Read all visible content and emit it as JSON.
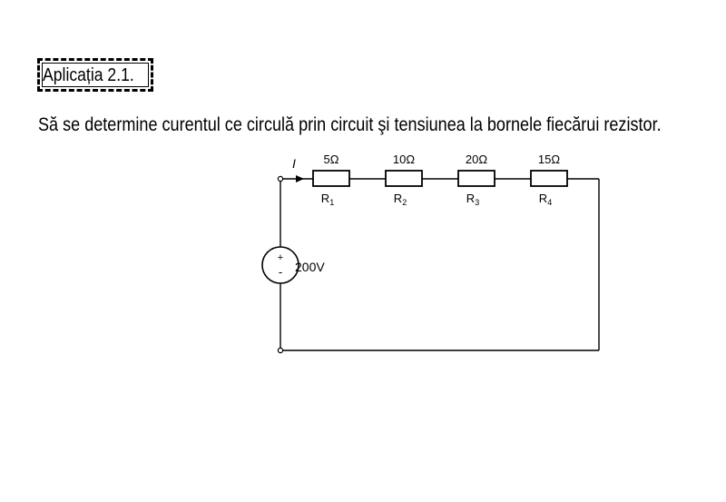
{
  "heading": {
    "label": "Aplicația 2.1."
  },
  "problem": {
    "statement": "Să se determine curentul ce circulă prin circuit şi tensiunea la bornele fiecărui rezistor."
  },
  "circuit": {
    "current_label": "I",
    "source": {
      "voltage_label": "200V",
      "plus": "+",
      "minus": "-"
    },
    "resistors": [
      {
        "name": "R",
        "subscript": "1",
        "value": "5Ω"
      },
      {
        "name": "R",
        "subscript": "2",
        "value": "10Ω"
      },
      {
        "name": "R",
        "subscript": "3",
        "value": "20Ω"
      },
      {
        "name": "R",
        "subscript": "4",
        "value": "15Ω"
      }
    ],
    "colors": {
      "line": "#000000",
      "background": "#ffffff"
    }
  }
}
